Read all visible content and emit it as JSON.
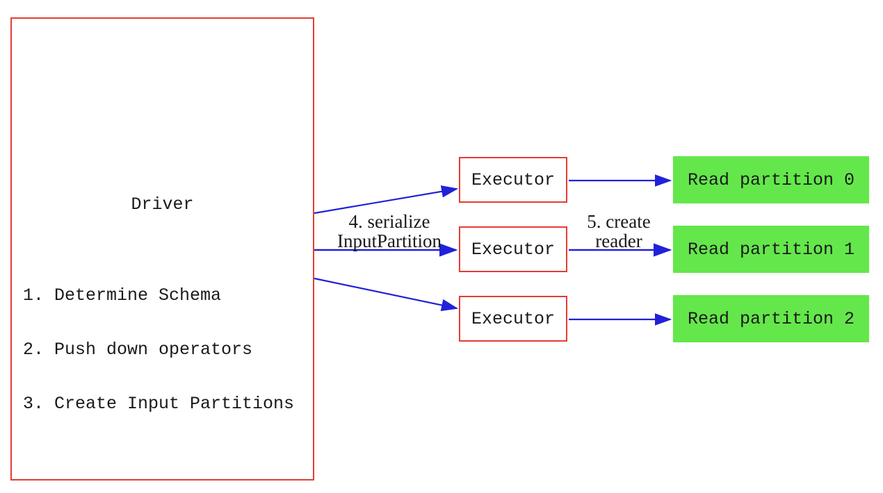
{
  "colors": {
    "node_border_red": "#e23d33",
    "arrow_blue": "#2121d8",
    "partition_green": "#64e74b",
    "text": "#1a1a1a",
    "background": "#ffffff"
  },
  "driver": {
    "title": "Driver",
    "steps": {
      "0": "1. Determine Schema",
      "1": "2. Push down operators",
      "2": "3. Create Input Partitions"
    }
  },
  "executors": [
    {
      "label": "Executor"
    },
    {
      "label": "Executor"
    },
    {
      "label": "Executor"
    }
  ],
  "read_partitions": [
    {
      "label": "Read partition 0"
    },
    {
      "label": "Read partition 1"
    },
    {
      "label": "Read partition 2"
    }
  ],
  "edge_labels": {
    "serialize": {
      "line1": "4. serialize",
      "line2": "InputPartition"
    },
    "create_reader": {
      "line1": "5. create",
      "line2": "reader"
    }
  }
}
